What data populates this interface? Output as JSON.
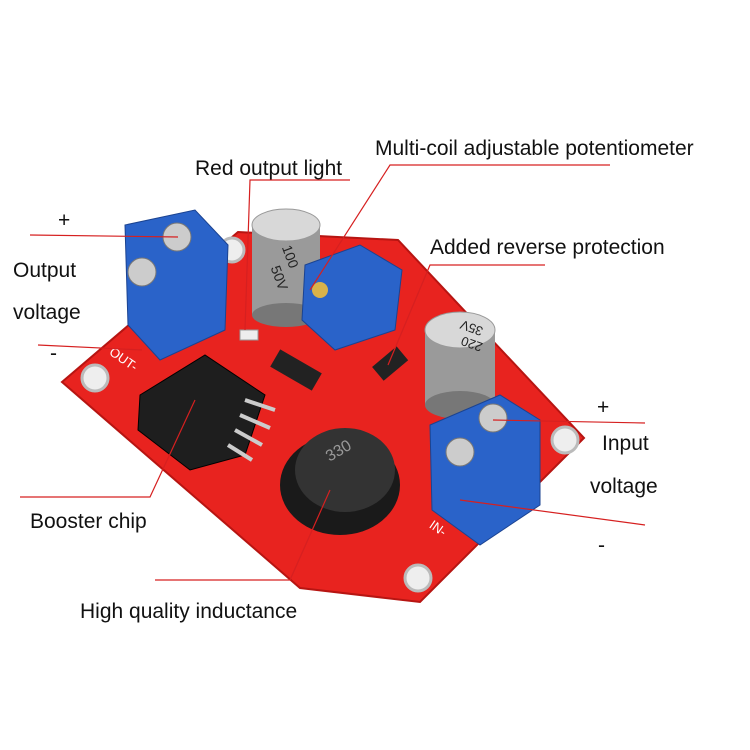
{
  "labels": {
    "output_plus": "+",
    "output_1": "Output",
    "output_2": "voltage",
    "output_minus": "-",
    "red_output_light": "Red output light",
    "potentiometer": "Multi-coil adjustable potentiometer",
    "reverse_protection": "Added reverse protection",
    "input_plus": "+",
    "input_1": "Input",
    "input_2": "voltage",
    "input_minus": "-",
    "booster_chip": "Booster chip",
    "inductance": "High quality inductance"
  },
  "pcb_markings": {
    "cap1_value": "100",
    "cap1_voltage": "50V",
    "cap2_value": "220",
    "cap2_voltage": "35V",
    "inductor_value": "330",
    "out_label": "OUT-",
    "in_label": "IN-"
  },
  "colors": {
    "pcb": "#e8231f",
    "terminal": "#2a63c9",
    "callout_line": "#d62020"
  }
}
